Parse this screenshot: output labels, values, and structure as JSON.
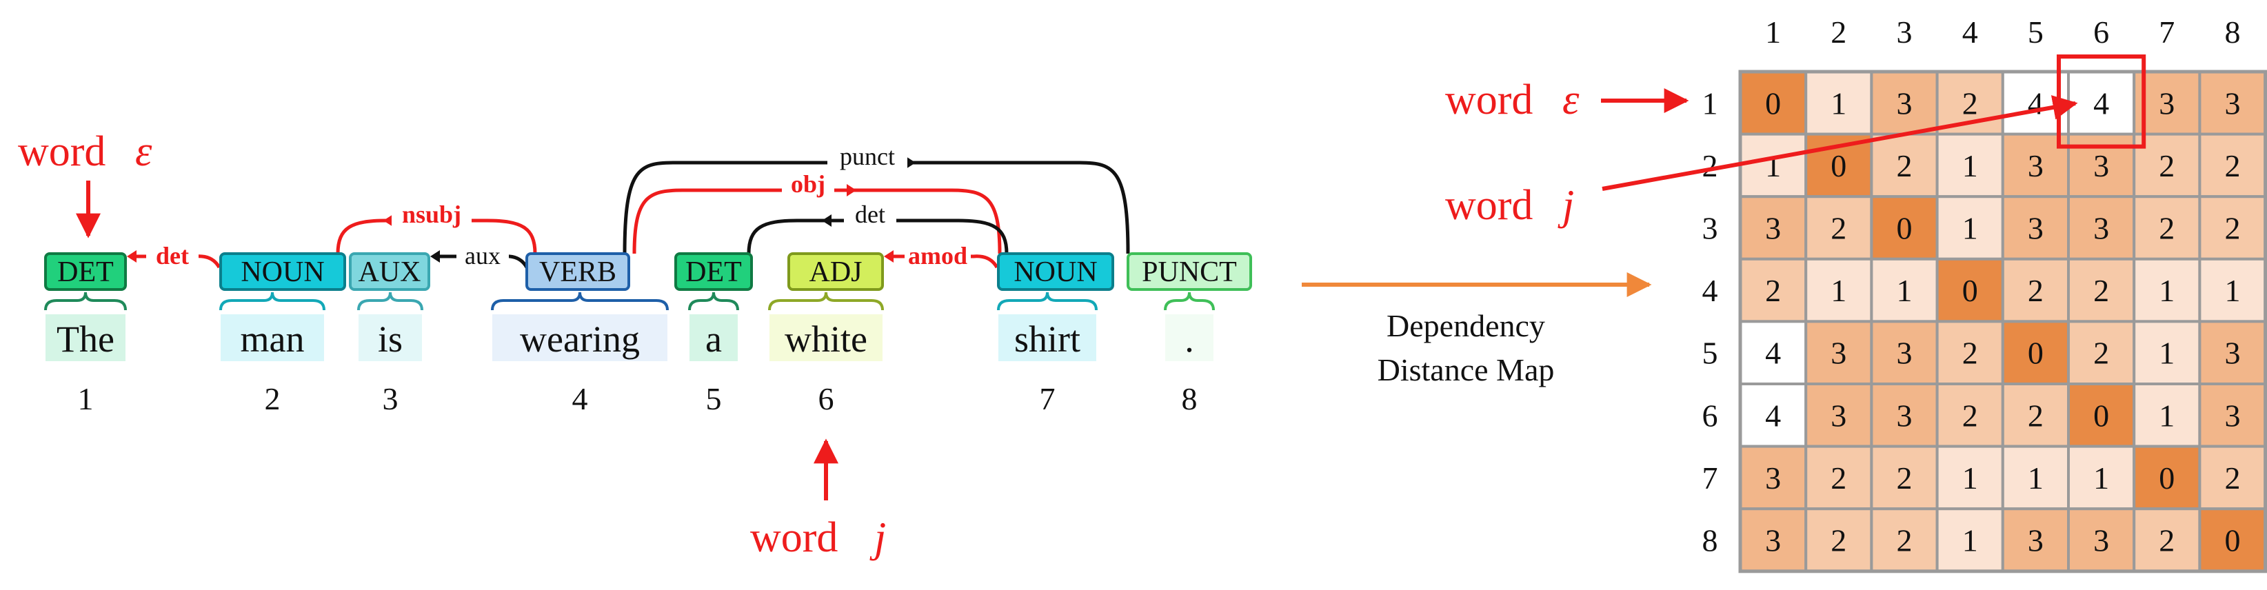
{
  "colors": {
    "red": "#ee1c1c",
    "black": "#111111",
    "orange_arrow": "#f0883a",
    "grid_line": "#9a9a9a"
  },
  "sentence": {
    "tokens": [
      {
        "word": "The",
        "pos": "DET",
        "index": "1",
        "tag_fill": "#21d07c",
        "tag_border": "#0f7a43",
        "word_bg": "#d5f5e6",
        "brace": "#1f8a5a"
      },
      {
        "word": "man",
        "pos": "NOUN",
        "index": "2",
        "tag_fill": "#16c9d9",
        "tag_border": "#0b7f8c",
        "word_bg": "#d8f6fa",
        "brace": "#12a8b7"
      },
      {
        "word": "is",
        "pos": "AUX",
        "index": "3",
        "tag_fill": "#7fd7de",
        "tag_border": "#3aa7b1",
        "word_bg": "#e3f7f8",
        "brace": "#3aa7b1"
      },
      {
        "word": "wearing",
        "pos": "VERB",
        "index": "4",
        "tag_fill": "#a8cdee",
        "tag_border": "#1e5fa8",
        "word_bg": "#e8f1fb",
        "brace": "#1e5fa8"
      },
      {
        "word": "a",
        "pos": "DET",
        "index": "5",
        "tag_fill": "#21d07c",
        "tag_border": "#0f7a43",
        "word_bg": "#d5f5e6",
        "brace": "#1f8a5a"
      },
      {
        "word": "white",
        "pos": "ADJ",
        "index": "6",
        "tag_fill": "#d3ee5c",
        "tag_border": "#7f9a1c",
        "word_bg": "#f5fbd9",
        "brace": "#8ea827"
      },
      {
        "word": "shirt",
        "pos": "NOUN",
        "index": "7",
        "tag_fill": "#16c9d9",
        "tag_border": "#0b7f8c",
        "word_bg": "#d8f6fa",
        "brace": "#12a8b7"
      },
      {
        "word": ".",
        "pos": "PUNCT",
        "index": "8",
        "tag_fill": "#c6f6cd",
        "tag_border": "#3fbf58",
        "word_bg": "#f2fcf4",
        "brace": "#3fbf58"
      }
    ],
    "arcs": [
      {
        "label": "det",
        "from": 2,
        "to": 1,
        "color": "red"
      },
      {
        "label": "nsubj",
        "from": 4,
        "to": 2,
        "color": "red"
      },
      {
        "label": "aux",
        "from": 4,
        "to": 3,
        "color": "black"
      },
      {
        "label": "punct",
        "from": 4,
        "to": 8,
        "color": "black"
      },
      {
        "label": "obj",
        "from": 4,
        "to": 7,
        "color": "red"
      },
      {
        "label": "det",
        "from": 7,
        "to": 5,
        "color": "black"
      },
      {
        "label": "amod",
        "from": 7,
        "to": 6,
        "color": "red"
      }
    ]
  },
  "callouts": {
    "word_epsilon_left": "word",
    "epsilon_symbol": "ε",
    "word_j_bottom": "word",
    "j_symbol": "j",
    "word_epsilon_matrix": "word",
    "word_j_matrix": "word"
  },
  "map_caption": {
    "line1": "Dependency",
    "line2": "Distance Map"
  },
  "matrix": {
    "col_labels": [
      "1",
      "2",
      "3",
      "4",
      "5",
      "6",
      "7",
      "8"
    ],
    "row_labels": [
      "1",
      "2",
      "3",
      "4",
      "5",
      "6",
      "7",
      "8"
    ],
    "values": [
      [
        0,
        1,
        3,
        2,
        4,
        4,
        3,
        3
      ],
      [
        1,
        0,
        2,
        1,
        3,
        3,
        2,
        2
      ],
      [
        3,
        2,
        0,
        1,
        3,
        3,
        2,
        2
      ],
      [
        2,
        1,
        1,
        0,
        2,
        2,
        1,
        1
      ],
      [
        4,
        3,
        3,
        2,
        0,
        2,
        1,
        3
      ],
      [
        4,
        3,
        3,
        2,
        2,
        0,
        1,
        3
      ],
      [
        3,
        2,
        2,
        1,
        1,
        1,
        0,
        2
      ],
      [
        3,
        2,
        2,
        1,
        3,
        3,
        2,
        0
      ]
    ],
    "cell_colors": {
      "0": "#e88a45",
      "1": "#fbe3d3",
      "2": "#f6c9a8",
      "3": "#f2b68a",
      "4": "#ffffff"
    },
    "white_cells": [
      [
        0,
        4
      ],
      [
        0,
        5
      ],
      [
        4,
        0
      ],
      [
        5,
        0
      ]
    ],
    "highlight": {
      "row": 1,
      "col": 6,
      "color": "#ee1c1c"
    }
  }
}
